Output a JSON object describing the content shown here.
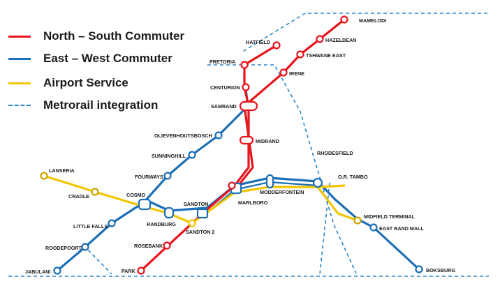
{
  "colors": {
    "north_south": "#e8141c",
    "east_west": "#1b6fb6",
    "airport": "#f2c500",
    "metrorail": "#2a86c8",
    "station_fill": "#ffffff",
    "label": "#1a1a1a"
  },
  "legend": [
    {
      "key": "north_south",
      "label": "North – South Commuter",
      "style": "solid"
    },
    {
      "key": "east_west",
      "label": "East – West Commuter",
      "style": "solid"
    },
    {
      "key": "airport",
      "label": "Airport Service",
      "style": "solid"
    },
    {
      "key": "metrorail",
      "label": "Metrorail integration",
      "style": "dashed"
    }
  ],
  "stations": {
    "mamelodi": "MAMELODI",
    "hatfield": "HATFIELD",
    "hazeldean": "HAZELDEAN",
    "pretoria": "PRETORIA",
    "tshwane_east": "TSHWANE EAST",
    "irene": "IRENE",
    "centurion": "CENTURION",
    "samrand": "SAMRAND",
    "olievenhoutsbosch": "OLIEVENHOUTSBOSCH",
    "midrand": "MIDRAND",
    "sunninghill": "SUNNINGHILL",
    "rhodesfield": "RHODESFIELD",
    "fourways": "FOURWAYS",
    "or_tambo": "O.R. TAMBO",
    "lanseria": "LANSERIA",
    "cradle": "CRADLE",
    "cosmo": "COSMO",
    "modderfontein": "MODDERFONTEIN",
    "sandton": "SANDTON",
    "marlboro": "MARLBORO",
    "midfield_terminal": "MIDFIELD TERMINAL",
    "randburg": "RANDBURG",
    "sandton_2": "SANDTON 2",
    "east_rand_mall": "EAST RAND MALL",
    "little_falls": "LITTLE FALLS",
    "roodepoort": "ROODEPOORT",
    "rosebank": "ROSEBANK",
    "jabulani": "JABULANI",
    "park": "PARK",
    "boksburg": "BOKSBURG"
  }
}
